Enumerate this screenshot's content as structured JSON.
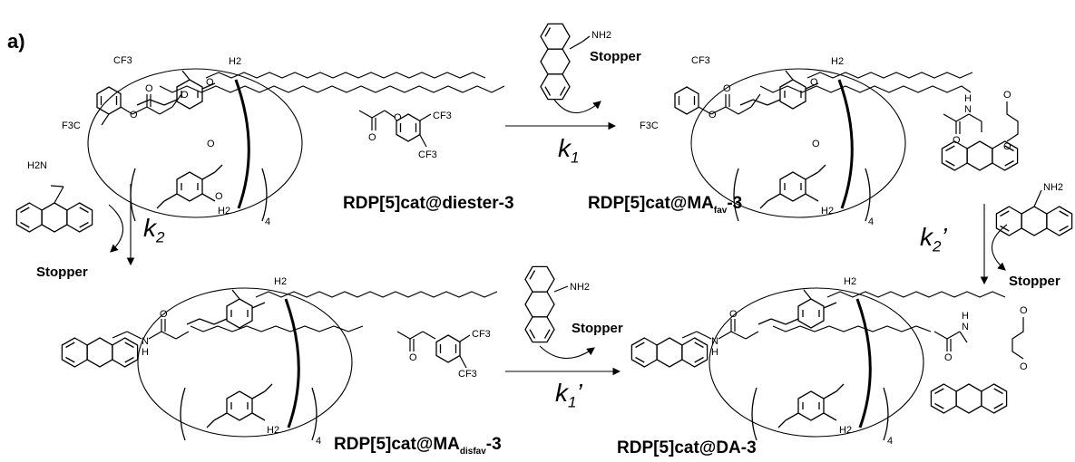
{
  "panel_label": "a)",
  "compounds": {
    "diester": "RDP[5]cat@diester-3",
    "ma_fav": {
      "pre": "RDP[5]cat@MA",
      "sub": "fav",
      "post": "-3"
    },
    "ma_disfav": {
      "pre": "RDP[5]cat@MA",
      "sub": "disfav",
      "post": "-3"
    },
    "da": "RDP[5]cat@DA-3"
  },
  "reagent": "Stopper",
  "rate_constants": {
    "k1": {
      "base": "k",
      "sub": "1",
      "prime": ""
    },
    "k2": {
      "base": "k",
      "sub": "2",
      "prime": ""
    },
    "k1p": {
      "base": "k",
      "sub": "1",
      "prime": "’"
    },
    "k2p": {
      "base": "k",
      "sub": "2",
      "prime": "’"
    }
  },
  "atoms": {
    "cf3": "CF3",
    "f3c": "F3C",
    "h2": "H2",
    "o": "O",
    "h": "H",
    "n": "N",
    "nh2": "NH2",
    "h2n": "H2N",
    "repeat": "4"
  },
  "colors": {
    "ink": "#000000",
    "background": "#ffffff"
  }
}
